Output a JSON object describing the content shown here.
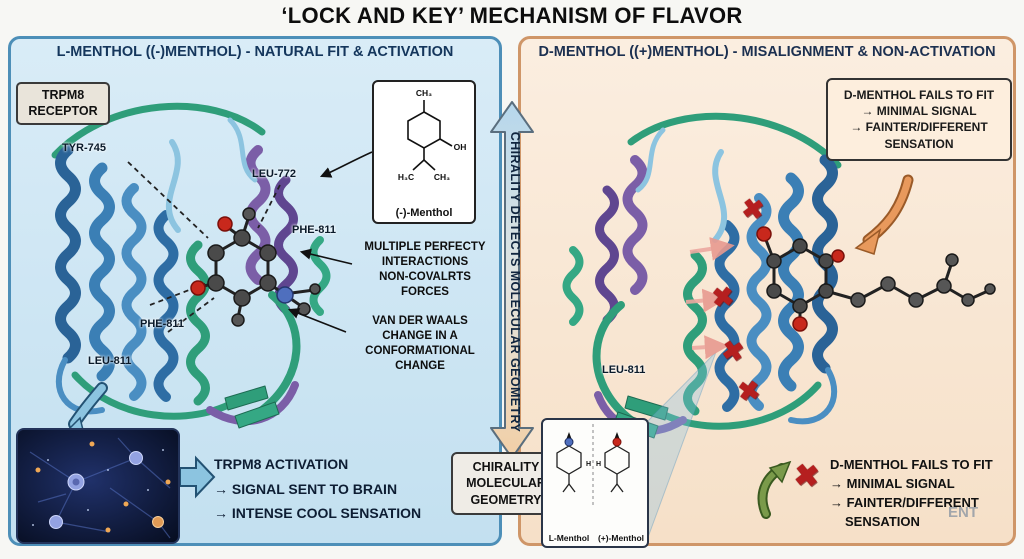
{
  "title": "‘LOCK AND KEY’ MECHANISM OF FLAVOR",
  "watermark": "ENT",
  "icons": {
    "x_glyph": "✖"
  },
  "colors": {
    "left_accent": "#4d8fb8",
    "right_accent": "#cf9668",
    "x_red": "#b51f1f",
    "navy_text": "#14365c"
  },
  "left_panel": {
    "header": "L-MENTHOL ((-)MENTHOL) - NATURAL FIT & ACTIVATION",
    "receptor_box": {
      "line1": "TRPM8",
      "line2": "RECEPTOR"
    },
    "residues": [
      {
        "label": "TYR-745"
      },
      {
        "label": "LEU-772"
      },
      {
        "label": "PHE-811"
      },
      {
        "label": "PHE-811"
      },
      {
        "label": "LEU-811"
      }
    ],
    "molecule_box": {
      "top": "CH₃",
      "oh": "OH",
      "b1": "H₃C",
      "b2": "CH₃",
      "label": "(-)-Menthol"
    },
    "annotation1": {
      "l1": "MULTIPLE PERFECTY",
      "l2": "INTERACTIONS",
      "l3": "NON-COVALRTS",
      "l4": "FORCES"
    },
    "annotation2": {
      "l1": "VAN DER WAALS",
      "l2": "CHANGE IN A",
      "l3": "CONFORMATIONAL",
      "l4": "CHANGE"
    },
    "activation": {
      "l1": "TRPM8 ACTIVATION",
      "l2": "→ SIGNAL SENT TO BRAIN",
      "l3": "→ INTENSE COOL SENSATION"
    }
  },
  "right_panel": {
    "header": "D-MENTHOL ((+)MENTHOL) - MISALIGNMENT & NON-ACTIVATION",
    "fail_box": {
      "l1": "D-MENTHOL FAILS TO FIT",
      "l2": "→ MINIMAL SIGNAL",
      "l3": "→ FAINTER/DIFFERENT",
      "l4": "SENSATION"
    },
    "residue": "LEU-811",
    "fail_text": {
      "l1": "D-MENTHOL FAILS TO FIT",
      "l2": "→ MINIMAL SIGNAL",
      "l3": "→ FAINTER/DIFFERENT",
      "l4": "SENSATION"
    }
  },
  "center": {
    "arrow_label": "CHIRALITY DETECTS MOLECULAR GEOMETRY",
    "chirality_box": {
      "line1": "CHIRALITY",
      "line2": "MOLECULAR",
      "line3": "GEOMETRY"
    },
    "comparison": {
      "left_label": "L-Menthol",
      "right_label": "(+)-Menthol",
      "h_label": "H"
    }
  }
}
